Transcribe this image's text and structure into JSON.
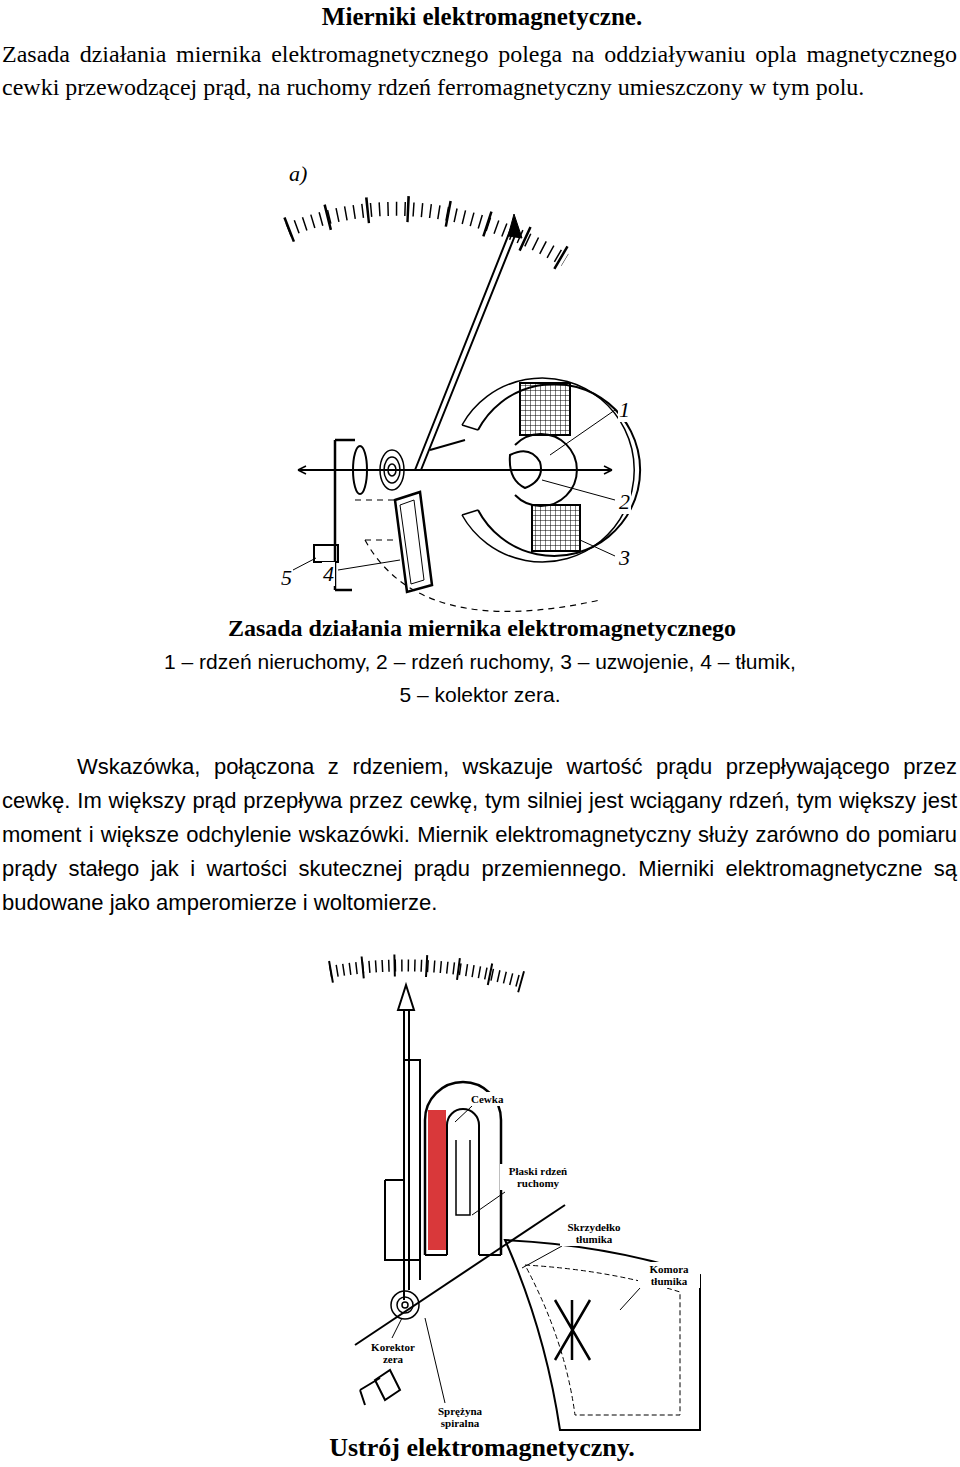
{
  "diagram": {
    "title": "Mierniki elektromagnetyczne.",
    "caption": "Ustrój elektromagnetyczny.",
    "labels": [
      "Zasada działania miernika elektromagnetycznego polega na oddziaływaniu opla magnetycznego cewki przewodzącej prąd, na ruchomy rdzeń ferromagnetyczny umieszczony w tym polu.",
      "a)",
      "1",
      "2",
      "3",
      "5",
      "4",
      "Zasada działania miernika elektromagnetycznego",
      "1 – rdzeń nieruchomy, 2 – rdzeń ruchomy, 3 – uzwojenie, 4 – tłumik, 5 – kolektor zera.",
      "Wskazówka, połączona z rdzeniem, wskazuje wartość prądu przepływającego przez cewkę. Im większy prąd przepływa przez cewkę, tym silniej jest wciągany rdzeń, tym większy jest moment i większe odchylenie wskazówki. Miernik elektromagnetyczny służy zarówno do pomiaru prądy stałego jak i wartości skutecznej prądu przemiennego. Mierniki elektromagnetyczne są budowane jako amperomierze i woltomierze.",
      "Cewka",
      "Płaski rdzeń ruchomy",
      "Skrzydełko tłumika",
      "Komora tłumika",
      "Korektor zera",
      "Sprężyna spiralna"
    ]
  }
}
